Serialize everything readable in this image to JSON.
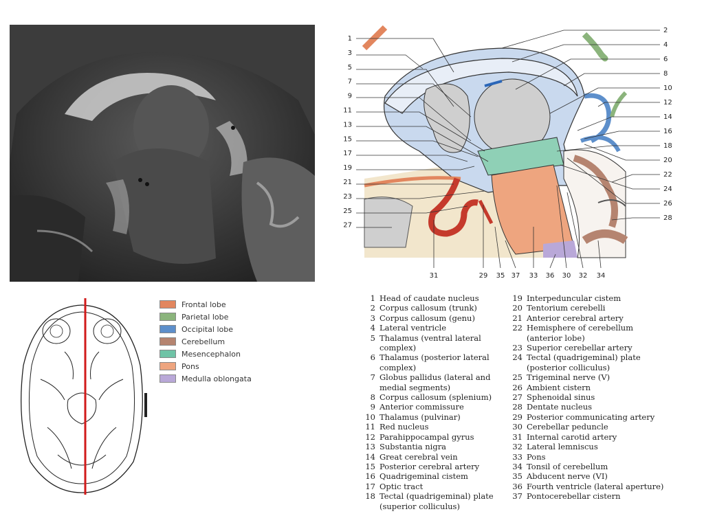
{
  "legend": [
    {
      "label": "Frontal lobe",
      "color": "#e2865e"
    },
    {
      "label": "Parietal lobe",
      "color": "#8bb47c"
    },
    {
      "label": "Occipital lobe",
      "color": "#5d8fcb"
    },
    {
      "label": "Cerebellum",
      "color": "#b58470"
    },
    {
      "label": "Mesencephalon",
      "color": "#6fc3a6"
    },
    {
      "label": "Pons",
      "color": "#eea57f"
    },
    {
      "label": "Medulla oblongata",
      "color": "#b9a8d8"
    }
  ],
  "diagram_left_numbers": [
    "1",
    "3",
    "5",
    "7",
    "9",
    "11",
    "13",
    "15",
    "17",
    "19",
    "21",
    "23",
    "25",
    "27"
  ],
  "diagram_right_numbers": [
    "2",
    "4",
    "6",
    "8",
    "10",
    "12",
    "14",
    "16",
    "18",
    "20",
    "22",
    "24",
    "26",
    "28"
  ],
  "diagram_bottom_numbers": [
    "31",
    "29",
    "35",
    "37",
    "33",
    "36",
    "30",
    "32",
    "34"
  ],
  "key_left": [
    {
      "n": "1",
      "t": "Head of caudate nucleus"
    },
    {
      "n": "2",
      "t": "Corpus callosum (trunk)"
    },
    {
      "n": "3",
      "t": "Corpus callosum (genu)"
    },
    {
      "n": "4",
      "t": "Lateral ventricle"
    },
    {
      "n": "5",
      "t": "Thalamus (ventral lateral complex)"
    },
    {
      "n": "6",
      "t": "Thalamus (posterior lateral complex)"
    },
    {
      "n": "7",
      "t": "Globus pallidus (lateral and medial segments)"
    },
    {
      "n": "8",
      "t": "Corpus callosum (splenium)"
    },
    {
      "n": "9",
      "t": "Anterior commissure"
    },
    {
      "n": "10",
      "t": "Thalamus (pulvinar)"
    },
    {
      "n": "11",
      "t": "Red nucleus"
    },
    {
      "n": "12",
      "t": "Parahippocampal gyrus"
    },
    {
      "n": "13",
      "t": "Substantia nigra"
    },
    {
      "n": "14",
      "t": "Great cerebral vein"
    },
    {
      "n": "15",
      "t": "Posterior cerebral artery"
    },
    {
      "n": "16",
      "t": "Quadrigeminal cistem"
    },
    {
      "n": "17",
      "t": "Optic tract"
    },
    {
      "n": "18",
      "t": "Tectal (quadrigeminal) plate (superior colliculus)"
    }
  ],
  "key_right": [
    {
      "n": "19",
      "t": "Interpeduncular cistem"
    },
    {
      "n": "20",
      "t": "Tentorium cerebelli"
    },
    {
      "n": "21",
      "t": "Anterior cerebral artery"
    },
    {
      "n": "22",
      "t": "Hemisphere of cerebellum (anterior lobe)"
    },
    {
      "n": "23",
      "t": "Superior cerebellar artery"
    },
    {
      "n": "24",
      "t": "Tectal (quadrigeminal) plate (posterior colliculus)"
    },
    {
      "n": "25",
      "t": "Trigeminal nerve (V)"
    },
    {
      "n": "26",
      "t": "Ambient cistern"
    },
    {
      "n": "27",
      "t": "Sphenoidal sinus"
    },
    {
      "n": "28",
      "t": "Dentate nucleus"
    },
    {
      "n": "29",
      "t": "Posterior communicating artery"
    },
    {
      "n": "30",
      "t": "Cerebellar peduncle"
    },
    {
      "n": "31",
      "t": "Internal carotid artery"
    },
    {
      "n": "32",
      "t": "Lateral lemniscus"
    },
    {
      "n": "33",
      "t": "Pons"
    },
    {
      "n": "34",
      "t": "Tonsil of cerebellum"
    },
    {
      "n": "35",
      "t": "Abducent nerve (VI)"
    },
    {
      "n": "36",
      "t": "Fourth ventricle (lateral aperture)"
    },
    {
      "n": "37",
      "t": "Pontocerebellar cistern"
    }
  ]
}
